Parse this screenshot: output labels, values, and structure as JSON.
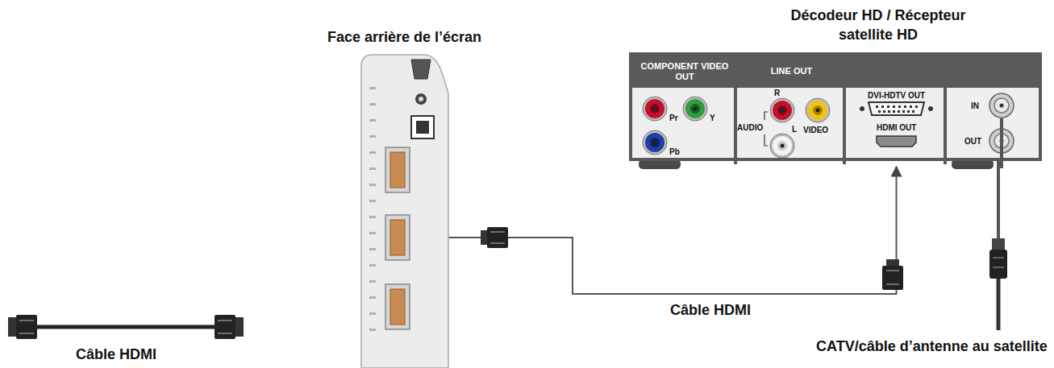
{
  "diagram": {
    "nodes": [
      {
        "text": [
          "Face arrière de l’écran"
        ]
      },
      {
        "text": [
          "Décodeur HD / Récepteur satellite HD"
        ]
      },
      {
        "text": [
          "COMPONENT VIDEO OUT",
          "Pr",
          "Y",
          "Pb"
        ],
        "in": 1
      },
      {
        "text": [
          "LINE OUT",
          "R",
          "AUDIO",
          "L",
          "VIDEO"
        ],
        "in": 1
      },
      {
        "text": [
          "DVI-HDTV OUT",
          "HDMI OUT"
        ],
        "in": 1
      },
      {
        "text": [
          "IN",
          "OUT"
        ],
        "in": 1
      }
    ],
    "edges": [
      {
        "from": 4,
        "to": 0,
        "arrow": "both",
        "label": "Câble HDMI"
      }
    ],
    "labels": [
      "Câble HDMI",
      "CATV/câble d’antenne au satellite"
    ]
  }
}
